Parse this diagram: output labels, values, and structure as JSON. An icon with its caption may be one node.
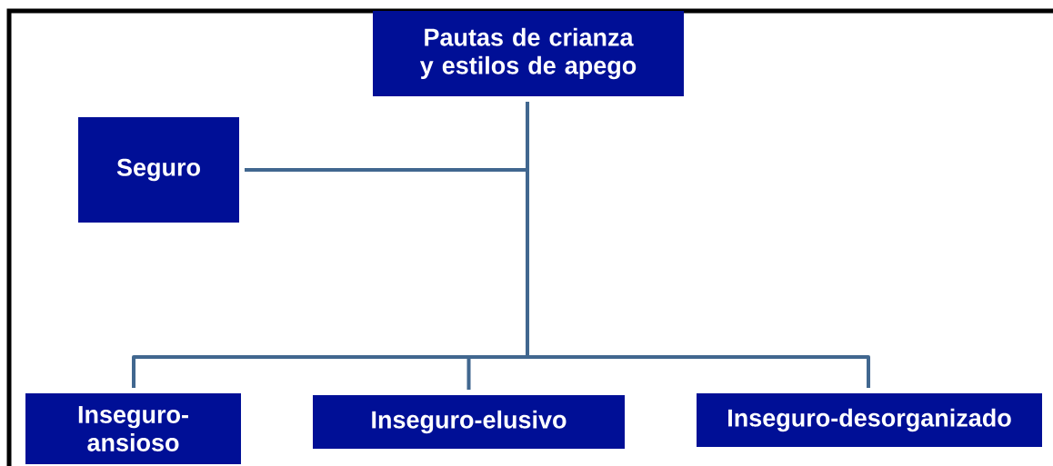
{
  "diagram": {
    "nodes": [
      {
        "text": [
          "Pautas de crianza y estilos de apego"
        ]
      },
      {
        "text": [
          "Seguro"
        ]
      },
      {
        "text": [
          "Inseguro-ansioso"
        ]
      },
      {
        "text": [
          "Inseguro-elusivo"
        ]
      },
      {
        "text": [
          "Inseguro-desorganizado"
        ]
      }
    ],
    "edges": [
      {
        "from": 0,
        "to": 1,
        "arrow": "none"
      },
      {
        "from": 0,
        "to": 2,
        "arrow": "none"
      },
      {
        "from": 0,
        "to": 3,
        "arrow": "none"
      },
      {
        "from": 0,
        "to": 4,
        "arrow": "none"
      }
    ]
  }
}
